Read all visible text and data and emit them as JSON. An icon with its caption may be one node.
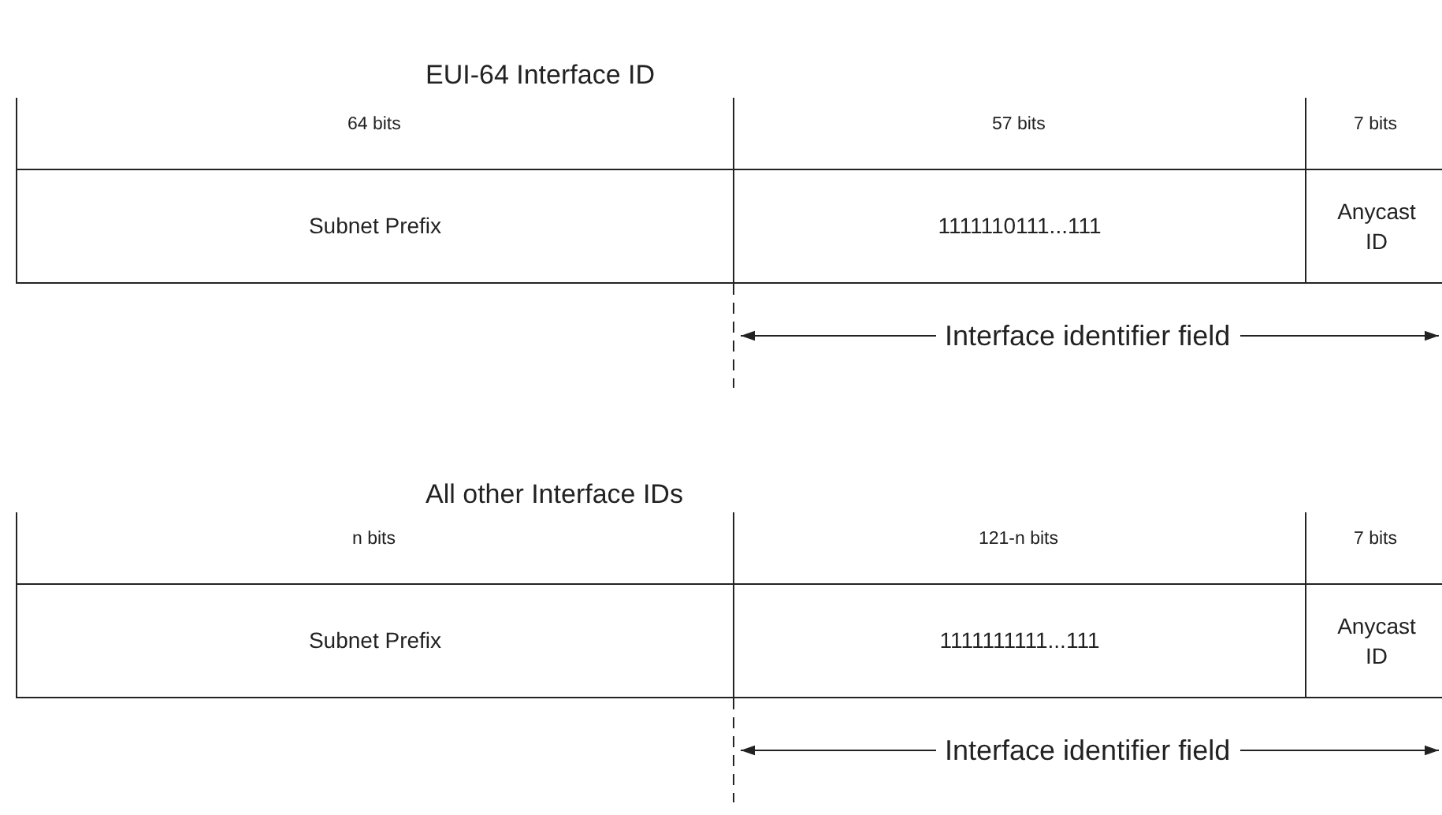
{
  "diagram": {
    "nodes": [
      {
        "text": [
          "Subnet Prefix"
        ],
        "beside": [
          "64 bits"
        ]
      },
      {
        "text": [
          "1111110111...111"
        ],
        "beside": [
          "57 bits"
        ]
      },
      {
        "text": [
          "Anycast ID"
        ],
        "beside": [
          "7 bits"
        ]
      },
      {
        "text": [
          "Subnet Prefix"
        ],
        "beside": [
          "n bits"
        ]
      },
      {
        "text": [
          "1111111111...111"
        ],
        "beside": [
          "121-n bits"
        ]
      },
      {
        "text": [
          "Anycast ID"
        ],
        "beside": [
          "7 bits"
        ]
      }
    ],
    "labels": [
      "EUI-64 Interface ID",
      "Interface identifier field",
      "All other Interface IDs",
      "Interface identifier field"
    ]
  }
}
